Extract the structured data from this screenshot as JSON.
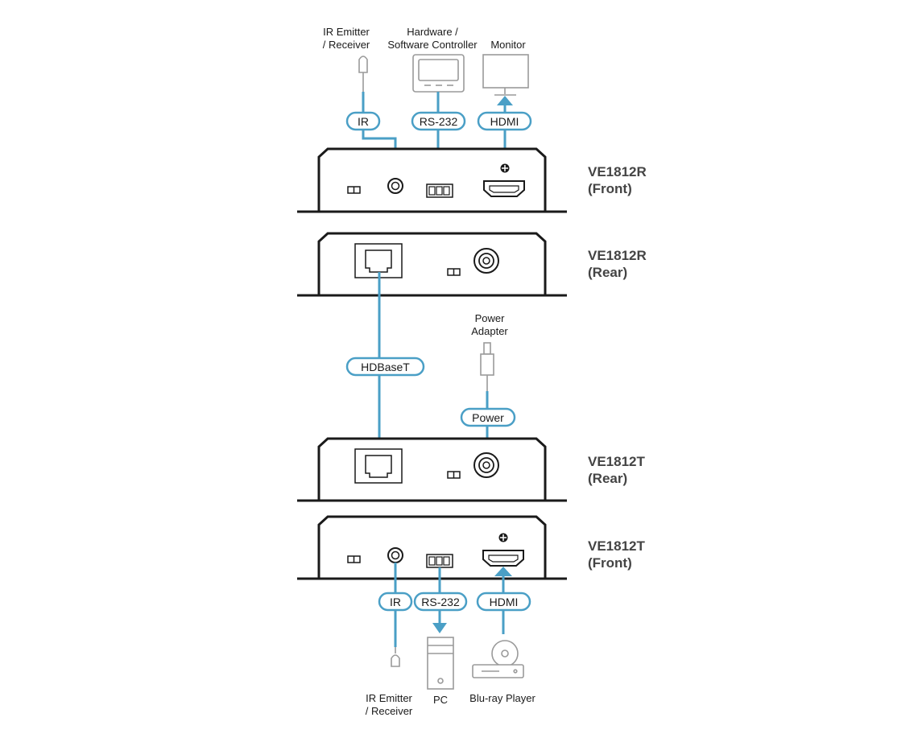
{
  "devices": {
    "r_front": {
      "name": "VE1812R",
      "view": "(Front)"
    },
    "r_rear": {
      "name": "VE1812R",
      "view": "(Rear)"
    },
    "t_rear": {
      "name": "VE1812T",
      "view": "(Rear)"
    },
    "t_front": {
      "name": "VE1812T",
      "view": "(Front)"
    }
  },
  "top": {
    "ir_emitter": [
      "IR Emitter",
      "/ Receiver"
    ],
    "controller": [
      "Hardware /",
      "Software Controller"
    ],
    "monitor": "Monitor"
  },
  "cables": {
    "ir_top": "IR",
    "rs232_top": "RS-232",
    "hdmi_top": "HDMI",
    "hdbaset": "HDBaseT",
    "power": "Power",
    "ir_bottom": "IR",
    "rs232_bottom": "RS-232",
    "hdmi_bottom": "HDMI"
  },
  "middle": {
    "power_adapter": [
      "Power",
      "Adapter"
    ]
  },
  "bottom": {
    "ir_emitter": [
      "IR Emitter",
      "/ Receiver"
    ],
    "pc": "PC",
    "bluray": "Blu-ray Player"
  },
  "colors": {
    "cable": "#4a9fc6",
    "device_outline": "#1a1a1a",
    "peripheral": "#9a9a9a"
  }
}
